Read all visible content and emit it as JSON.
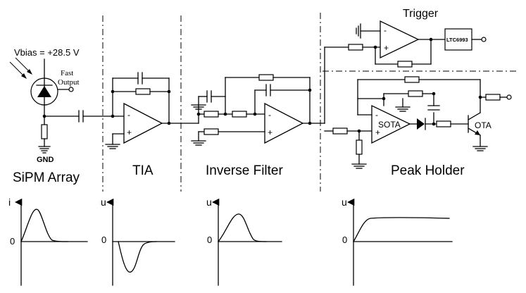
{
  "labels": {
    "vbias": "Vbias = +28.5 V",
    "fast": "Fast",
    "output": "Output",
    "gnd": "GND",
    "trigger": "Trigger",
    "ltc": "LTC6993",
    "sota": "SOTA",
    "ota": "OTA",
    "minus": "-",
    "plus": "+"
  },
  "stages": [
    "SiPM Array",
    "TIA",
    "Inverse Filter",
    "Peak Holder"
  ],
  "waveforms": [
    {
      "axis_label": "i",
      "zero_label": "0",
      "shape": "positive-pulse"
    },
    {
      "axis_label": "u",
      "zero_label": "0",
      "shape": "negative-pulse"
    },
    {
      "axis_label": "u",
      "zero_label": "0",
      "shape": "positive-pulse"
    },
    {
      "axis_label": "u",
      "zero_label": "0",
      "shape": "hold-step"
    }
  ]
}
